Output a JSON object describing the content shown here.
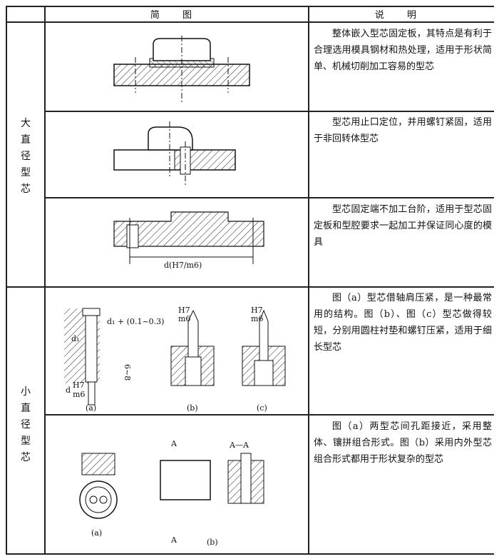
{
  "header": {
    "diagram_col": "简 图",
    "desc_col": "说 明"
  },
  "groups": [
    {
      "label": "大直径型芯"
    },
    {
      "label": "小直径型芯"
    }
  ],
  "rows": [
    {
      "description": "整体嵌入型芯固定板，其特点是有利于合理选用模具钢材和热处理，适用于形状简单、机械切削加工容易的型芯"
    },
    {
      "description": "型芯用止口定位，并用螺钉紧固，适用于非回转体型芯"
    },
    {
      "description": "型芯固定端不加工台阶，适用于型芯固定板和型腔要求一起加工并保证同心度的模具",
      "labels": {
        "dim": "d(H7/m6)"
      }
    },
    {
      "description": "图（a）型芯借轴肩压紧，是一种最常用的结构。图（b）、图（c）型芯做得较短，分别用圆柱衬垫和螺钉压紧，适用于细长型芯",
      "labels": {
        "d1_tol": "d₁ + (0.1~0.3)",
        "d1": "d₁",
        "len": "6~8",
        "fit_d": "d",
        "fit_num": "H7",
        "fit_den": "m6",
        "cap_a": "(a)",
        "cap_b": "(b)",
        "cap_c": "(c)"
      }
    },
    {
      "description": "图（a）两型芯间孔距接近，采用整体、镶拼组合形式。图（b）采用内外型芯组合形式都用于形状复杂的型芯",
      "labels": {
        "section_mark": "A",
        "section_title": "A—A",
        "cap_a": "(a)",
        "cap_b": "(b)"
      }
    }
  ]
}
